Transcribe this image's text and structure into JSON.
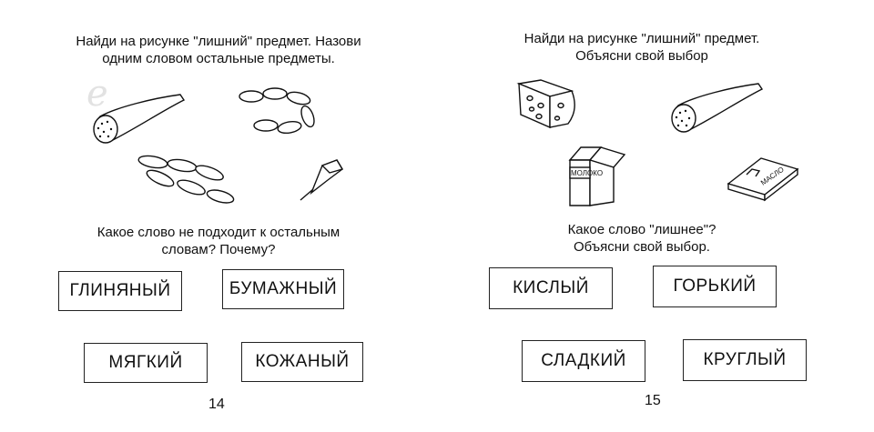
{
  "left_page": {
    "instruction_1": "Найди на рисунке \"лишний\" предмет.  Назови",
    "instruction_2": "одним словом остальные предметы.",
    "question_1": "Какое слово не подходит к остальным",
    "question_2": "словам? Почему?",
    "words": [
      "ГЛИНЯНЫЙ",
      "БУМАЖНЫЙ",
      "МЯГКИЙ",
      "КОЖАНЫЙ"
    ],
    "page_number": "14",
    "pictures": [
      "sausage-icon",
      "sausage-link-icon",
      "sausage-chain-icon",
      "ice-cream-icon"
    ]
  },
  "right_page": {
    "instruction_1": "Найди на рисунке \"лишний\" предмет.",
    "instruction_2": "Объясни свой выбор",
    "question_1": "Какое слово \"лишнее\"?",
    "question_2": "Объясни свой выбор.",
    "words": [
      "КИСЛЫЙ",
      "ГОРЬКИЙ",
      "СЛАДКИЙ",
      "КРУГЛЫЙ"
    ],
    "page_number": "15",
    "pictures": [
      "cheese-icon",
      "sausage-icon",
      "milk-carton-icon",
      "butter-pack-icon"
    ],
    "milk_label": "МОЛОКО",
    "butter_label": "МАСЛО"
  }
}
